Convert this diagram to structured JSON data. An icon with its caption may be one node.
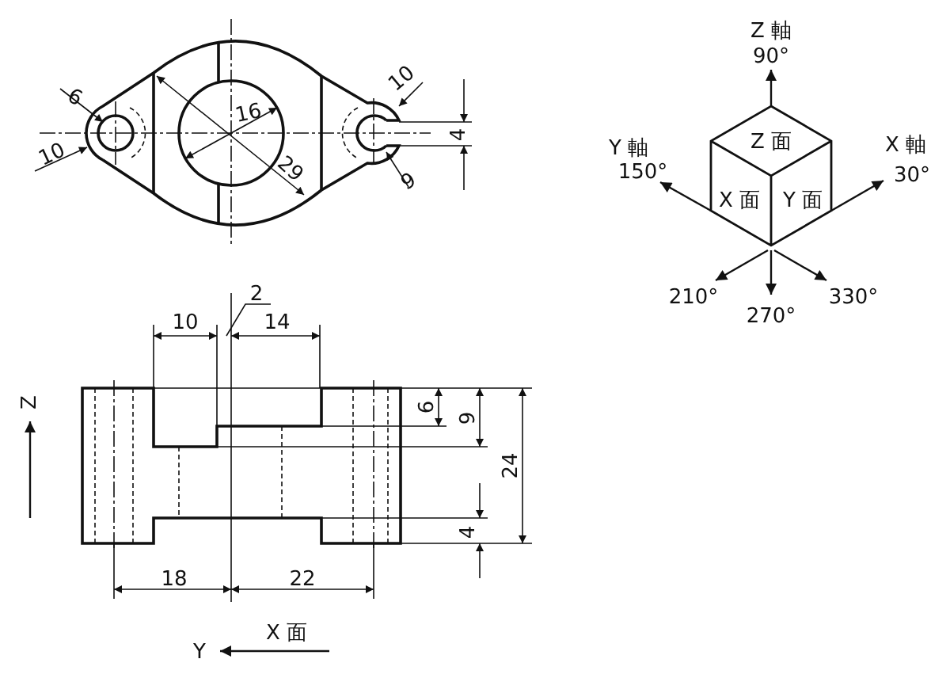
{
  "diagram": {
    "labels": [
      "Z 軸",
      "90°",
      "6",
      "10",
      "16",
      "4",
      "10",
      "Y 軸",
      "150°",
      "Z 面",
      "X 軸",
      "30°",
      "29",
      "6",
      "X 面",
      "Y 面",
      "2",
      "210°",
      "330°",
      "10",
      "14",
      "270°",
      "6",
      "9",
      "Z",
      "24",
      "4",
      "18",
      "22",
      "X 面",
      "Y"
    ]
  }
}
